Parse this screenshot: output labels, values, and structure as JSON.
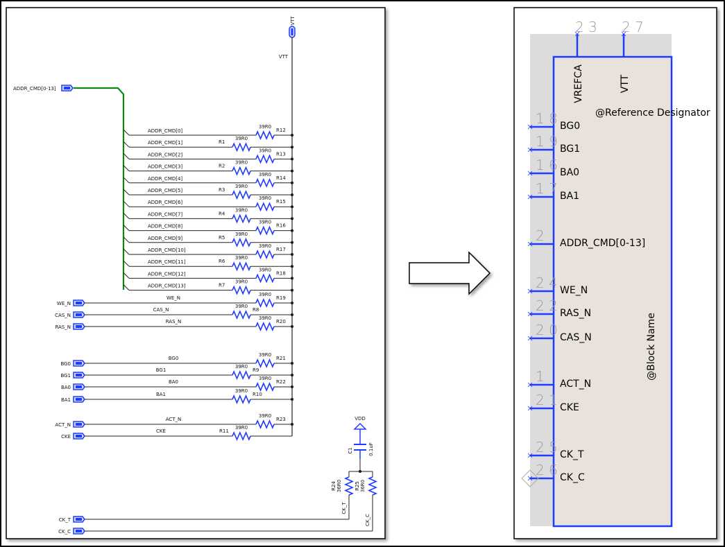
{
  "left_panel": {
    "power_port": {
      "name": "VTT",
      "net_label": "VTT"
    },
    "bus_port": {
      "label": "ADDR_CMD[0-13]"
    },
    "addr_nets": [
      {
        "net": "ADDR_CMD[0]",
        "res": "R12",
        "value": "39R0"
      },
      {
        "net": "ADDR_CMD[1]",
        "res": "R1",
        "value": "39R0"
      },
      {
        "net": "ADDR_CMD[2]",
        "res": "R13",
        "value": "39R0"
      },
      {
        "net": "ADDR_CMD[3]",
        "res": "R2",
        "value": "39R0"
      },
      {
        "net": "ADDR_CMD[4]",
        "res": "R14",
        "value": "39R0"
      },
      {
        "net": "ADDR_CMD[5]",
        "res": "R3",
        "value": "39R0"
      },
      {
        "net": "ADDR_CMD[6]",
        "res": "R15",
        "value": "39R0"
      },
      {
        "net": "ADDR_CMD[7]",
        "res": "R4",
        "value": "39R0"
      },
      {
        "net": "ADDR_CMD[8]",
        "res": "R16",
        "value": "39R0"
      },
      {
        "net": "ADDR_CMD[9]",
        "res": "R5",
        "value": "39R0"
      },
      {
        "net": "ADDR_CMD[10]",
        "res": "R17",
        "value": "39R0"
      },
      {
        "net": "ADDR_CMD[11]",
        "res": "R6",
        "value": "39R0"
      },
      {
        "net": "ADDR_CMD[12]",
        "res": "R18",
        "value": "39R0"
      },
      {
        "net": "ADDR_CMD[13]",
        "res": "R7",
        "value": "39R0"
      }
    ],
    "port_nets": [
      {
        "port": "WE_N",
        "net": "WE_N",
        "res": "R19",
        "value": "39R0"
      },
      {
        "port": "CAS_N",
        "net": "CAS_N",
        "res": "R8",
        "value": "39R0"
      },
      {
        "port": "RAS_N",
        "net": "RAS_N",
        "res": "R20",
        "value": "39R0"
      },
      {
        "port": "BG0",
        "net": "BG0",
        "res": "R21",
        "value": "39R0"
      },
      {
        "port": "BG1",
        "net": "BG1",
        "res": "R9",
        "value": "39R0"
      },
      {
        "port": "BA0",
        "net": "BA0",
        "res": "R22",
        "value": "39R0"
      },
      {
        "port": "BA1",
        "net": "BA1",
        "res": "R10",
        "value": "39R0"
      },
      {
        "port": "ACT_N",
        "net": "ACT_N",
        "res": "R23",
        "value": "39R0"
      },
      {
        "port": "CKE",
        "net": "CKE",
        "res": "R11",
        "value": "39R0"
      }
    ],
    "clock_section": {
      "vdd_label": "VDD",
      "cap": {
        "ref": "C1",
        "value": "0.1uF"
      },
      "r24": {
        "ref": "R24",
        "value": "36R0",
        "net": "CK_T"
      },
      "r25": {
        "ref": "R25",
        "value": "36R0",
        "net": "CK_C"
      },
      "ports": [
        "CK_T",
        "CK_C"
      ]
    }
  },
  "arrow": {
    "direction": "right"
  },
  "right_panel": {
    "reference_designator": "@Reference Designator",
    "block_name": "@Block Name",
    "top_pins": [
      {
        "num": "23",
        "name": "VREFCA"
      },
      {
        "num": "27",
        "name": "VTT"
      }
    ],
    "left_pins": [
      {
        "num": "18",
        "name": "BG0"
      },
      {
        "num": "19",
        "name": "BG1"
      },
      {
        "num": "16",
        "name": "BA0"
      },
      {
        "num": "17",
        "name": "BA1"
      },
      {
        "num": "2",
        "name": "ADDR_CMD[0-13]"
      },
      {
        "num": "24",
        "name": "WE_N"
      },
      {
        "num": "22",
        "name": "RAS_N"
      },
      {
        "num": "20",
        "name": "CAS_N"
      },
      {
        "num": "1",
        "name": "ACT_N"
      },
      {
        "num": "21",
        "name": "CKE"
      },
      {
        "num": "25",
        "name": "CK_T"
      },
      {
        "num": "26",
        "name": "CK_C"
      }
    ]
  },
  "colors": {
    "wire": "#222222",
    "bus": "#0a8a0a",
    "component": "#1e3cff",
    "symbol_fill": "#e8e2da",
    "symbol_shade": "#dcdcdc",
    "pin_number": "#9a9a9a"
  }
}
